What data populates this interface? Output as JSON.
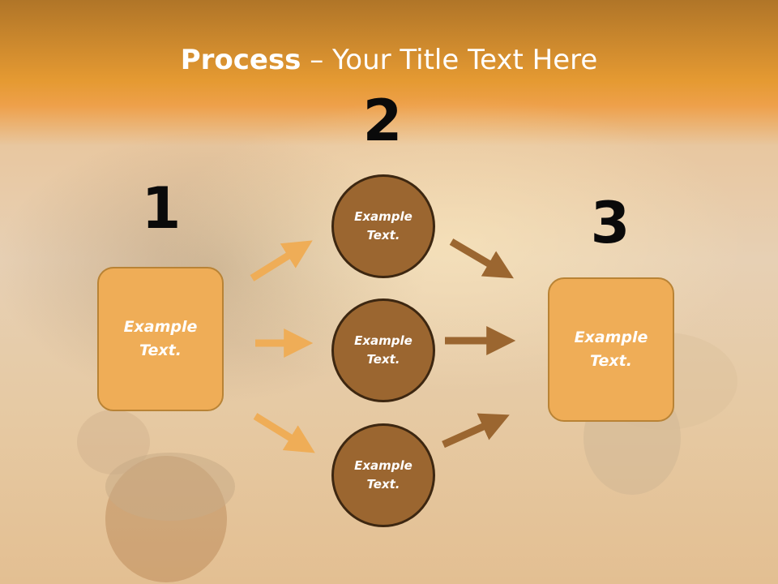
{
  "title": {
    "bold": "Process",
    "rest": " – Your Title Text Here"
  },
  "numbers": [
    "1",
    "2",
    "3"
  ],
  "steps": {
    "left_box": "Example\nText.",
    "circles": [
      "Example\nText.",
      "Example\nText.",
      "Example\nText."
    ],
    "right_box": "Example\nText."
  },
  "colors": {
    "box_fill": "#efad57",
    "circle_fill": "#9b6630",
    "arrow_light": "#efad57",
    "arrow_dark": "#9b6630"
  }
}
